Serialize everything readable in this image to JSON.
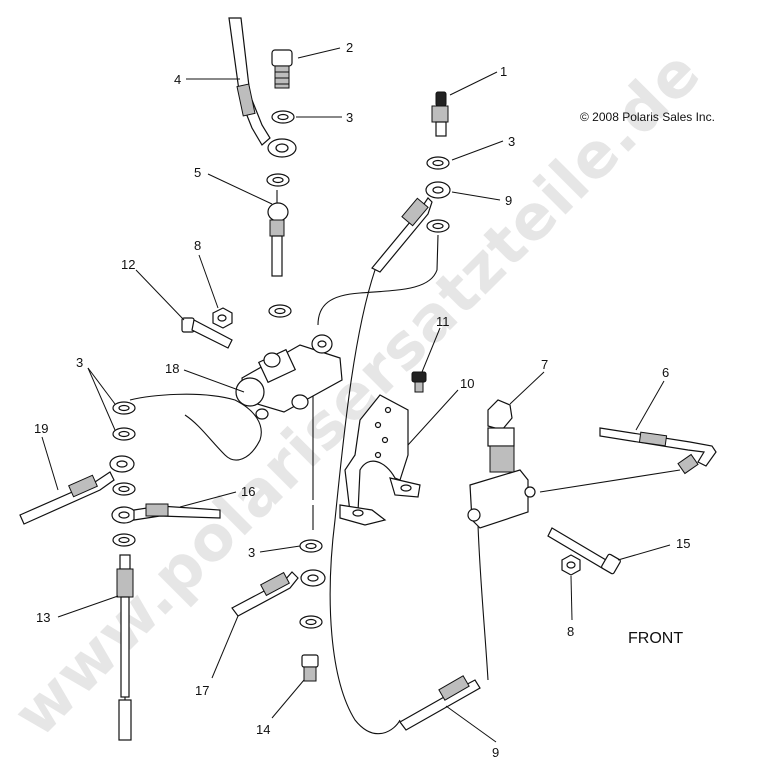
{
  "copyright": "© 2008 Polaris Sales Inc.",
  "orientation_label": "FRONT",
  "watermark": "www.polarisersatzteile.de",
  "callouts": [
    "2",
    "1",
    "4",
    "3",
    "3",
    "5",
    "9",
    "8",
    "12",
    "11",
    "3",
    "18",
    "10",
    "7",
    "6",
    "19",
    "16",
    "15",
    "3",
    "13",
    "8",
    "17",
    "14",
    "9"
  ]
}
